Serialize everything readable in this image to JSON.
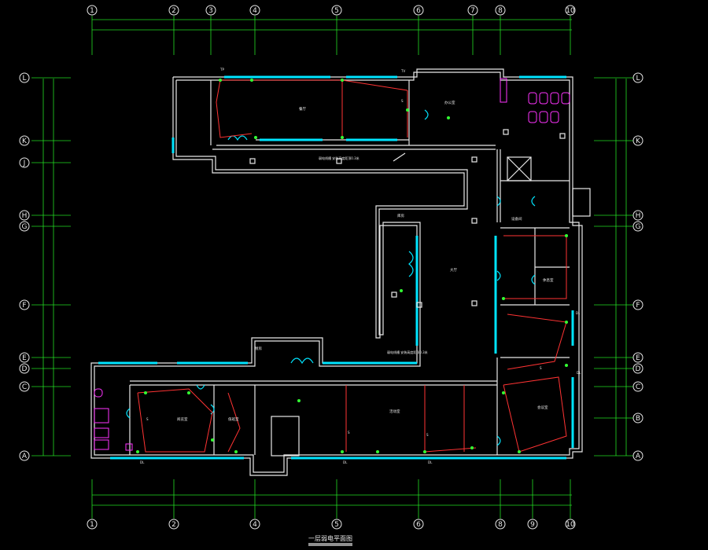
{
  "drawing_title": "一层弱电平面图",
  "grid_top": [
    "1",
    "2",
    "3",
    "4",
    "5",
    "6",
    "7",
    "8",
    "10"
  ],
  "grid_bottom": [
    "1",
    "2",
    "4",
    "5",
    "6",
    "8",
    "9",
    "10"
  ],
  "grid_left": [
    "L",
    "K",
    "J",
    "H",
    "G",
    "F",
    "E",
    "D",
    "C",
    "A"
  ],
  "grid_right": [
    "L",
    "K",
    "H",
    "G",
    "F",
    "E",
    "D",
    "C",
    "B",
    "A"
  ],
  "room_labels": {
    "dining": "餐厅",
    "hall": "大厅",
    "office": "办公室",
    "kitchen": "厨房",
    "storage": "库房",
    "duty": "值班室",
    "reading": "阅览室",
    "activity": "活动室",
    "lounge": "休息室",
    "meeting": "会议室",
    "equipment": "设备间"
  },
  "cable_note": "弱电线槽 安装高度距顶0.3米",
  "marks": [
    "S",
    "DL",
    "TV",
    "TP"
  ]
}
